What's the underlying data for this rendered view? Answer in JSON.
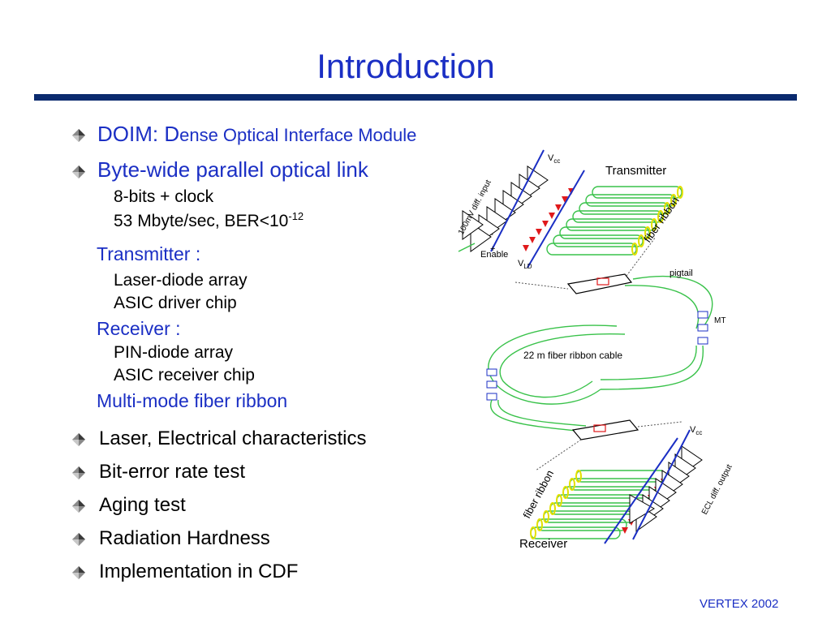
{
  "slide": {
    "title": "Introduction",
    "main_bullets": [
      {
        "lead": "DOIM: D",
        "rest": "ense Optical Interface Module"
      },
      {
        "text": "Byte-wide parallel optical link"
      }
    ],
    "link_details": [
      "8-bits + clock",
      "53 Mbyte/sec, BER<10",
      "-12"
    ],
    "transmitter": {
      "heading": "Transmitter :",
      "items": [
        "Laser-diode array",
        "ASIC driver chip"
      ]
    },
    "receiver": {
      "heading": "Receiver :",
      "items": [
        "PIN-diode array",
        "ASIC receiver chip"
      ]
    },
    "fiber_line": "Multi-mode fiber ribbon",
    "topics": [
      "Laser, Electrical characteristics",
      "Bit-error rate test",
      "Aging test",
      "Radiation Hardness",
      "Implementation in CDF"
    ],
    "footer": "VERTEX 2002"
  },
  "diagram": {
    "transmitter_label": "Transmitter",
    "receiver_label": "Receiver",
    "vcc_label": "V",
    "vcc_sub": "cc",
    "vld_label": "V",
    "vld_sub": "LD",
    "enable_label": "Enable",
    "input_label": "100mV diff. input",
    "output_label": "ECL diff. output",
    "fiber_ribbon_label": "fiber ribbon",
    "pigtail_label": "pigtail",
    "mt_label": "MT",
    "cable_label": "22 m fiber ribbon cable",
    "plus": "+",
    "minus": "-"
  },
  "colors": {
    "accent": "#1b2fc4",
    "rule": "#0a2a6e",
    "fiber": "#39c24a",
    "fiber_end": "#e3e000",
    "laser": "#e0191b"
  }
}
